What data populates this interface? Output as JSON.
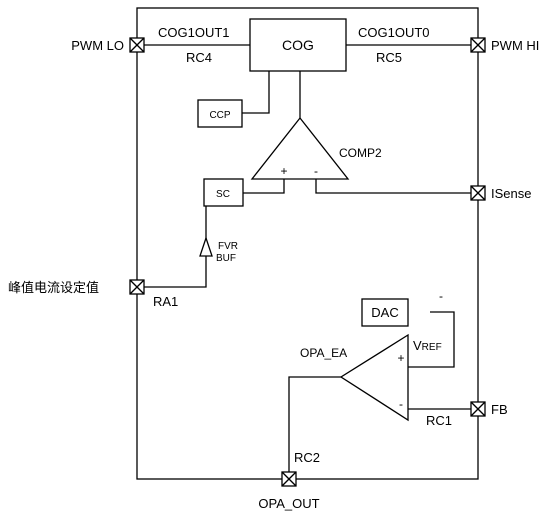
{
  "pins": {
    "pwm_lo": "PWM LO",
    "pwm_hi": "PWM HI",
    "isense": "ISense",
    "fb": "FB",
    "opa_out": "OPA_OUT",
    "peak_set": "峰值电流设定值"
  },
  "port_labels": {
    "rc4": "RC4",
    "rc5": "RC5",
    "ra1": "RA1",
    "rc1": "RC1",
    "rc2": "RC2"
  },
  "signals": {
    "cog1out1": "COG1OUT1",
    "cog1out0": "COG1OUT0",
    "fvr": "FVR",
    "buf": "BUF",
    "vref_v": "V",
    "vref_sub": "REF"
  },
  "blocks": {
    "cog": "COG",
    "ccp": "CCP",
    "sc": "SC",
    "dac": "DAC",
    "comp2": "COMP2",
    "opa_ea": "OPA_EA"
  },
  "polarity": {
    "comp_plus": "+",
    "comp_minus": "-",
    "opa_plus": "+",
    "opa_minus": "-",
    "dac_minus": "-"
  }
}
